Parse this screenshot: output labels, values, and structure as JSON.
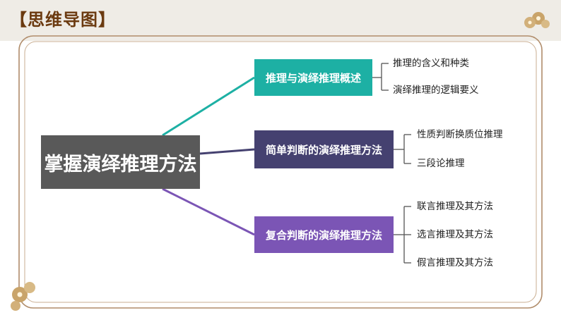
{
  "header": {
    "title": "【思维导图】"
  },
  "mindmap": {
    "root": {
      "label": "掌握演绎推理方法",
      "color": "#595959"
    },
    "branches": [
      {
        "label": "推理与演绎推理概述",
        "color": "#1db0a4",
        "children": [
          "推理的含义和种类",
          "演绎推理的逻辑要义"
        ]
      },
      {
        "label": "简单判断的演绎推理方法",
        "color": "#454170",
        "children": [
          "性质判断换质位推理",
          "三段论推理"
        ]
      },
      {
        "label": "复合判断的演绎推理方法",
        "color": "#7b55b5",
        "children": [
          "联言推理及其方法",
          "选言推理及其方法",
          "假言推理及其方法"
        ]
      }
    ]
  },
  "decor": {
    "frame_color": "#b08c6a",
    "ornament_color": "#c9a46a",
    "top_band_color": "#efece6"
  }
}
